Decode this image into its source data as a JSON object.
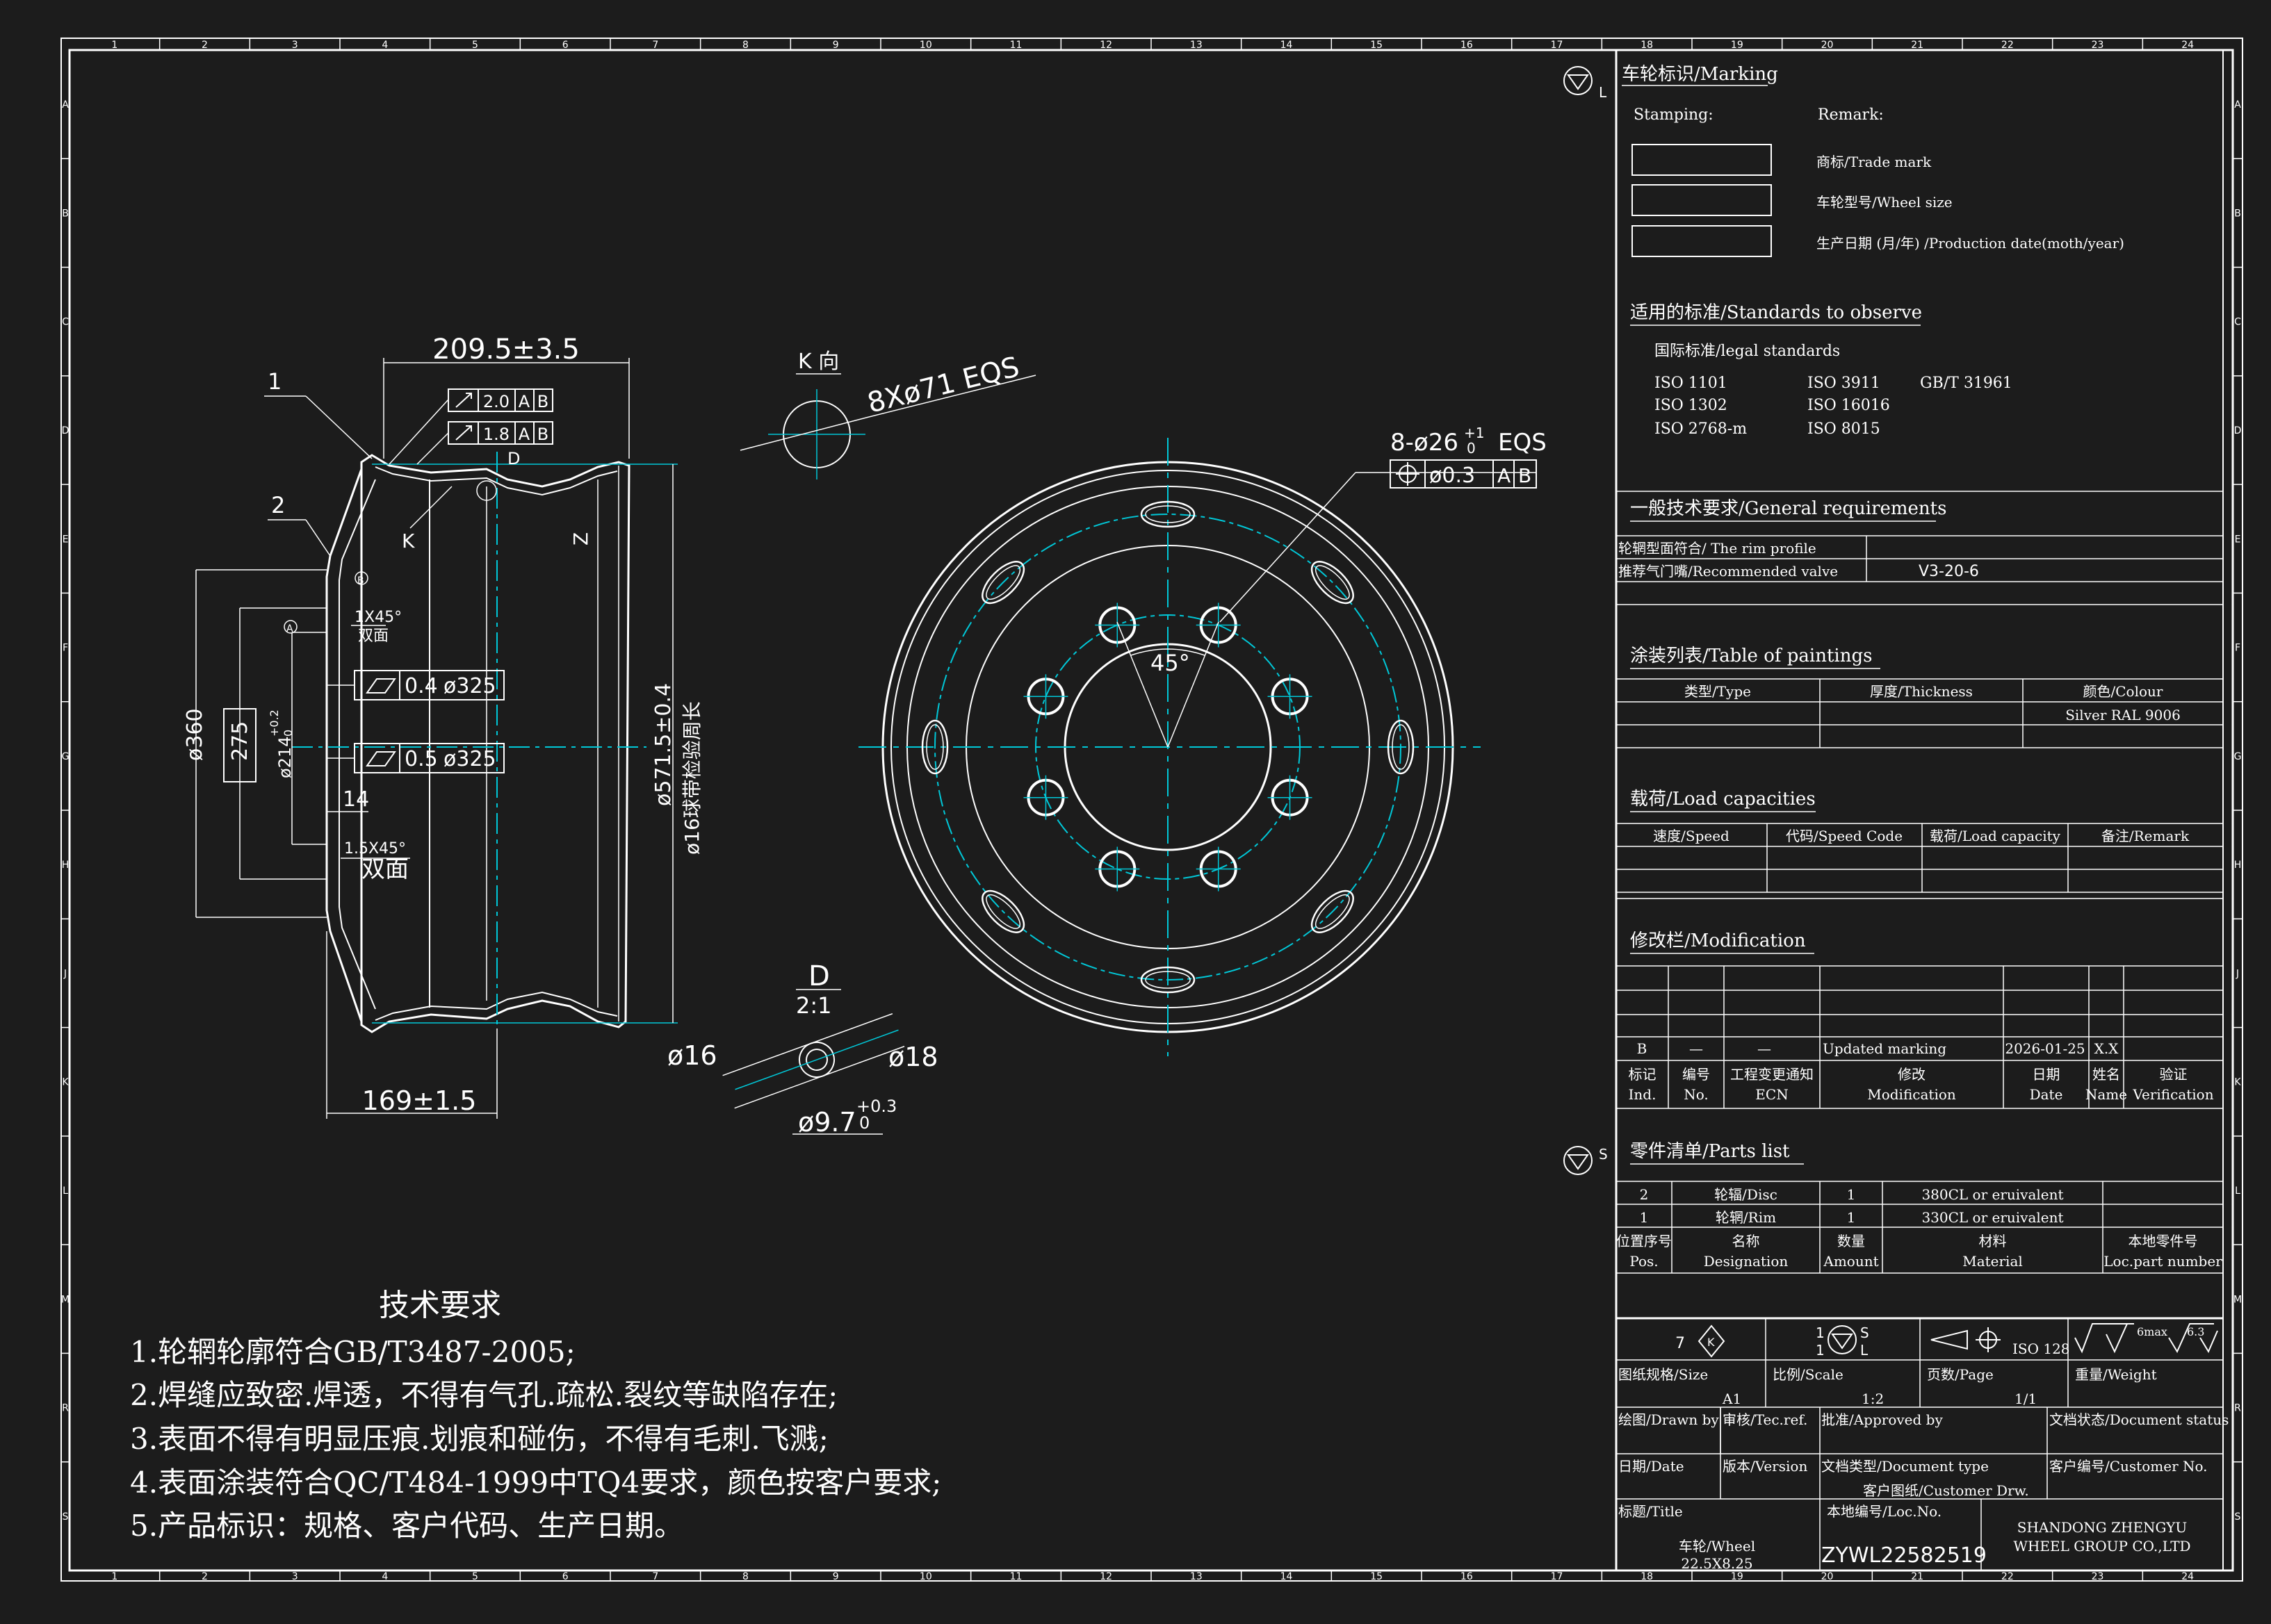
{
  "border": {
    "cols": [
      "1",
      "2",
      "3",
      "4",
      "5",
      "6",
      "7",
      "8",
      "9",
      "10",
      "11",
      "12",
      "13",
      "14",
      "15",
      "16",
      "17",
      "18",
      "19",
      "20",
      "21",
      "22",
      "23",
      "24"
    ],
    "rows": [
      "A",
      "B",
      "C",
      "D",
      "E",
      "F",
      "G",
      "H",
      "J",
      "K",
      "L",
      "M",
      "R",
      "S"
    ]
  },
  "section": {
    "width_dim": "209.5±3.5",
    "flatness_1": "2.0",
    "flatness_2": "1.8",
    "datum_a": "A",
    "datum_b": "B",
    "callout_1": "1",
    "callout_2": "2",
    "label_k": "K",
    "label_d": "D",
    "label_z": "Z",
    "chamfer_1": "1X45°",
    "chamfer_1_note": "双面",
    "dia_360": "ø360",
    "dim_275": "275",
    "dim_214": "ø214",
    "dim_214_tol": "+0.2",
    "dim_214_tol2": "0",
    "runout_1": "0.4",
    "runout_1_dia": "ø325",
    "runout_2": "0.5",
    "runout_2_dia": "ø325",
    "dim_14": "14",
    "chamfer_2": "1.5X45°",
    "chamfer_2_note": "双面",
    "dia_571": "ø571.5±0.4",
    "dia_16_ball": "ø16球带检验周长",
    "offset_dim": "169±1.5"
  },
  "view_k": {
    "title": "K 向",
    "holes": "8Xø71 EQS"
  },
  "detail_d": {
    "title": "D",
    "scale": "2:1",
    "d16": "ø16",
    "d18": "ø18",
    "d97": "ø9.7",
    "d97_tol": "+0.3",
    "d97_tol2": "0"
  },
  "front": {
    "bolt_holes": "8-ø26",
    "bolt_tol": "+1",
    "bolt_tol2": "0",
    "bolt_eqs": "EQS",
    "position_tol": "ø0.3",
    "datum_a": "A",
    "datum_b": "B",
    "angle": "45°"
  },
  "notes": {
    "title": "技术要求",
    "items": [
      "1.轮辋轮廓符合GB/T3487-2005;",
      "2.焊缝应致密.焊透，不得有气孔.疏松.裂纹等缺陷存在;",
      "3.表面不得有明显压痕.划痕和碰伤，不得有毛刺.飞溅;",
      "4.表面涂装符合QC/T484-1999中TQ4要求，颜色按客户要求;",
      "5.产品标识：规格、客户代码、生产日期。"
    ]
  },
  "marking": {
    "title": "车轮标识/Marking",
    "stamping": "Stamping:",
    "remark": "Remark:",
    "items": [
      "商标/Trade mark",
      "车轮型号/Wheel size",
      "生产日期 (月/年) /Production date(moth/year)"
    ],
    "side_l": "L",
    "side_s": "S"
  },
  "standards": {
    "title": "适用的标准/Standards to observe",
    "subtitle": "国际标准/legal standards",
    "col1": [
      "ISO 1101",
      "ISO 1302",
      "ISO 2768-m"
    ],
    "col2": [
      "ISO 3911",
      "ISO 16016",
      "ISO 8015"
    ],
    "col3": [
      "GB/T 31961"
    ]
  },
  "general": {
    "title": "一般技术要求/General requirements",
    "rim_profile": "轮辋型面符合/ The rim profile",
    "valve": "推荐气门嘴/Recommended valve",
    "valve_value": "V3-20-6"
  },
  "paintings": {
    "title": "涂装列表/Table of paintings",
    "headers": [
      "类型/Type",
      "厚度/Thickness",
      "颜色/Colour"
    ],
    "colour": "Silver RAL 9006"
  },
  "loads": {
    "title": "载荷/Load capacities",
    "headers": [
      "速度/Speed",
      "代码/Speed Code",
      "载荷/Load capacity",
      "备注/Remark"
    ]
  },
  "modification": {
    "title": "修改栏/Modification",
    "row": [
      "B",
      "—",
      "—",
      "Updated marking",
      "2026-01-25",
      "X.X"
    ],
    "headers_cn": [
      "标记",
      "编号",
      "工程变更通知",
      "修改",
      "日期",
      "姓名",
      "验证"
    ],
    "headers_en": [
      "Ind.",
      "No.",
      "ECN",
      "Modification",
      "Date",
      "Name",
      "Verification"
    ]
  },
  "parts": {
    "title": "零件清单/Parts list",
    "rows": [
      [
        "2",
        "轮辐/Disc",
        "1",
        "380CL or eruivalent"
      ],
      [
        "1",
        "轮辋/Rim",
        "1",
        "330CL or eruivalent"
      ]
    ],
    "headers_cn": [
      "位置序号",
      "名称",
      "数量",
      "材料",
      "本地零件号"
    ],
    "headers_en": [
      "Pos.",
      "Designation",
      "Amount",
      "Material",
      "Loc.part number"
    ]
  },
  "title_block": {
    "sym_7": "7",
    "sym_1a": "1",
    "sym_1b": "1",
    "sym_s": "S",
    "sym_l": "L",
    "iso128": "ISO 128",
    "rough_1": "6max",
    "rough_2": "6.3",
    "size_label": "图纸规格/Size",
    "size": "A1",
    "scale_label": "比例/Scale",
    "scale": "1:2",
    "page_label": "页数/Page",
    "page": "1/1",
    "weight_label": "重量/Weight",
    "drawn_label": "绘图/Drawn by",
    "tec_label": "审核/Tec.ref.",
    "approved_label": "批准/Approved by",
    "status_label": "文档状态/Document status",
    "date_label": "日期/Date",
    "version_label": "版本/Version",
    "doctype_label": "文档类型/Document type",
    "customer_label": "客户编号/Customer No.",
    "customer_drw": "客户图纸/Customer Drw.",
    "title_label": "标题/Title",
    "locno_label": "本地编号/Loc.No.",
    "title_cn": "车轮/Wheel",
    "title_size": "22.5X8.25",
    "loc_no": "ZYWL22582519",
    "company_1": "SHANDONG ZHENGYU",
    "company_2": "WHEEL GROUP CO.,LTD"
  }
}
